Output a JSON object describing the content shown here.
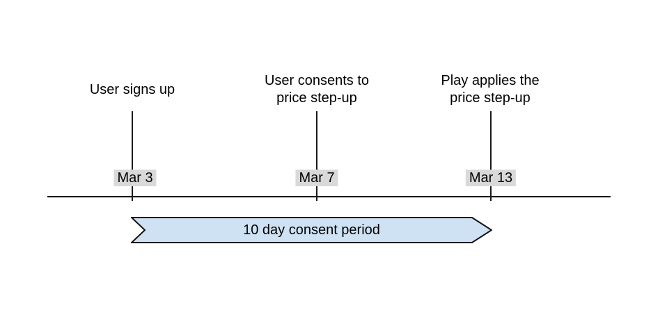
{
  "timeline": {
    "events": [
      {
        "label": "User signs up",
        "date": "Mar 3"
      },
      {
        "label": "User consents to\nprice step-up",
        "date": "Mar 7"
      },
      {
        "label": "Play applies the\nprice step-up",
        "date": "Mar 13"
      }
    ],
    "period": {
      "label": "10 day consent period"
    },
    "colors": {
      "background": "#ffffff",
      "text": "#000000",
      "line": "#1a1a1a",
      "date_background": "#d9d9d9",
      "banner_fill": "#cfe2f3",
      "banner_border": "#111111"
    }
  }
}
